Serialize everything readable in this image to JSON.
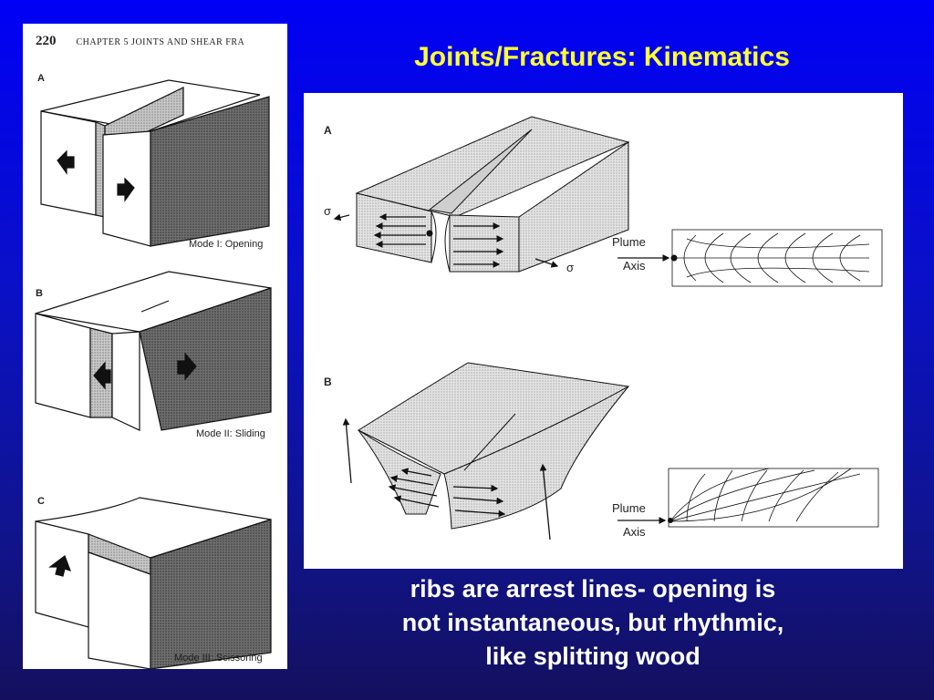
{
  "title": "Joints/Fractures: Kinematics",
  "left_page": {
    "page_number": "220",
    "chapter": "CHAPTER 5   JOINTS AND SHEAR FRA",
    "panels": [
      {
        "letter": "A",
        "caption": "Mode I: Opening"
      },
      {
        "letter": "B",
        "caption": "Mode II: Sliding"
      },
      {
        "letter": "C",
        "caption": "Mode III: Scissoring"
      }
    ]
  },
  "right_figure": {
    "panel_a": {
      "letter": "A",
      "sigma_left": "σ",
      "sigma_right": "σ",
      "plume": "Plume",
      "axis": "Axis"
    },
    "panel_b": {
      "letter": "B",
      "plume": "Plume",
      "axis": "Axis"
    }
  },
  "caption": {
    "line1": "ribs are arrest lines- opening is",
    "line2": "not instantaneous, but rhythmic,",
    "line3": "like splitting wood"
  }
}
